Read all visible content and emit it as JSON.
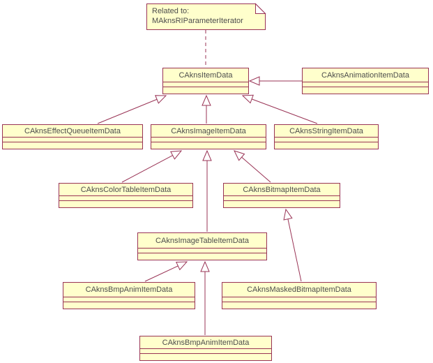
{
  "diagram": {
    "type": "uml-class-diagram",
    "note": {
      "line1": "Related to:",
      "line2": "MAknsRIParameterIterator"
    },
    "classes": [
      {
        "name": "CAknsItemData"
      },
      {
        "name": "CAknsAnimationItemData"
      },
      {
        "name": "CAknsEffectQueueItemData"
      },
      {
        "name": "CAknsImageItemData"
      },
      {
        "name": "CAknsStringItemData"
      },
      {
        "name": "CAknsColorTableItemData"
      },
      {
        "name": "CAknsBitmapItemData"
      },
      {
        "name": "CAknsImageTableItemData"
      },
      {
        "name": "CAknsBmpAnimItemData"
      },
      {
        "name": "CAknsMaskedBitmapItemData"
      },
      {
        "name": "CAknsBmpAnimItemData"
      }
    ],
    "relationships": [
      {
        "from": "CAknsEffectQueueItemData",
        "to": "CAknsItemData",
        "type": "generalization"
      },
      {
        "from": "CAknsImageItemData",
        "to": "CAknsItemData",
        "type": "generalization"
      },
      {
        "from": "CAknsStringItemData",
        "to": "CAknsItemData",
        "type": "generalization"
      },
      {
        "from": "CAknsAnimationItemData",
        "to": "CAknsItemData",
        "type": "generalization"
      },
      {
        "from": "CAknsColorTableItemData",
        "to": "CAknsImageItemData",
        "type": "generalization"
      },
      {
        "from": "CAknsBitmapItemData",
        "to": "CAknsImageItemData",
        "type": "generalization"
      },
      {
        "from": "CAknsImageTableItemData",
        "to": "CAknsImageItemData",
        "type": "generalization"
      },
      {
        "from": "CAknsBmpAnimItemData",
        "to": "CAknsImageTableItemData",
        "type": "generalization"
      },
      {
        "from": "CAknsBmpAnimItemData (bottom)",
        "to": "CAknsImageTableItemData",
        "type": "generalization"
      },
      {
        "from": "CAknsMaskedBitmapItemData",
        "to": "CAknsBitmapItemData",
        "type": "generalization"
      },
      {
        "from": "note",
        "to": "CAknsItemData",
        "type": "anchor"
      }
    ],
    "colors": {
      "box_fill": "#FFFFCC",
      "line": "#993355",
      "text": "#4D4D4D",
      "background": "#FFFFFF"
    }
  }
}
